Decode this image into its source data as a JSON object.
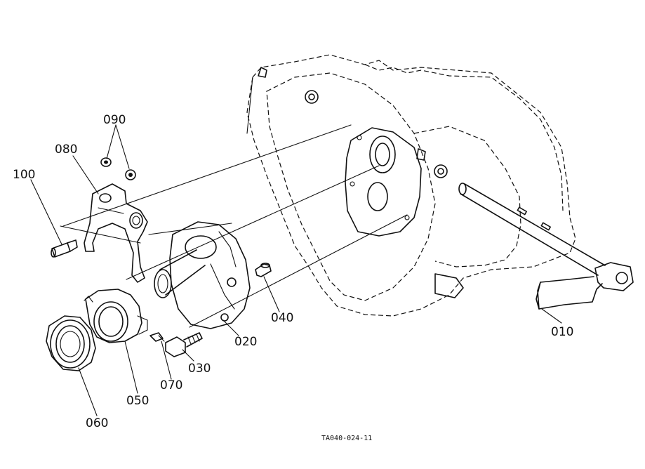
{
  "diagram": {
    "parts": [
      {
        "id": "p010",
        "label": "010"
      },
      {
        "id": "p020",
        "label": "020"
      },
      {
        "id": "p030",
        "label": "030"
      },
      {
        "id": "p040",
        "label": "040"
      },
      {
        "id": "p050",
        "label": "050"
      },
      {
        "id": "p060",
        "label": "060"
      },
      {
        "id": "p070",
        "label": "070"
      },
      {
        "id": "p080",
        "label": "080"
      },
      {
        "id": "p090",
        "label": "090"
      },
      {
        "id": "p100",
        "label": "100"
      }
    ],
    "drawing_code": "TA040-024-11"
  }
}
